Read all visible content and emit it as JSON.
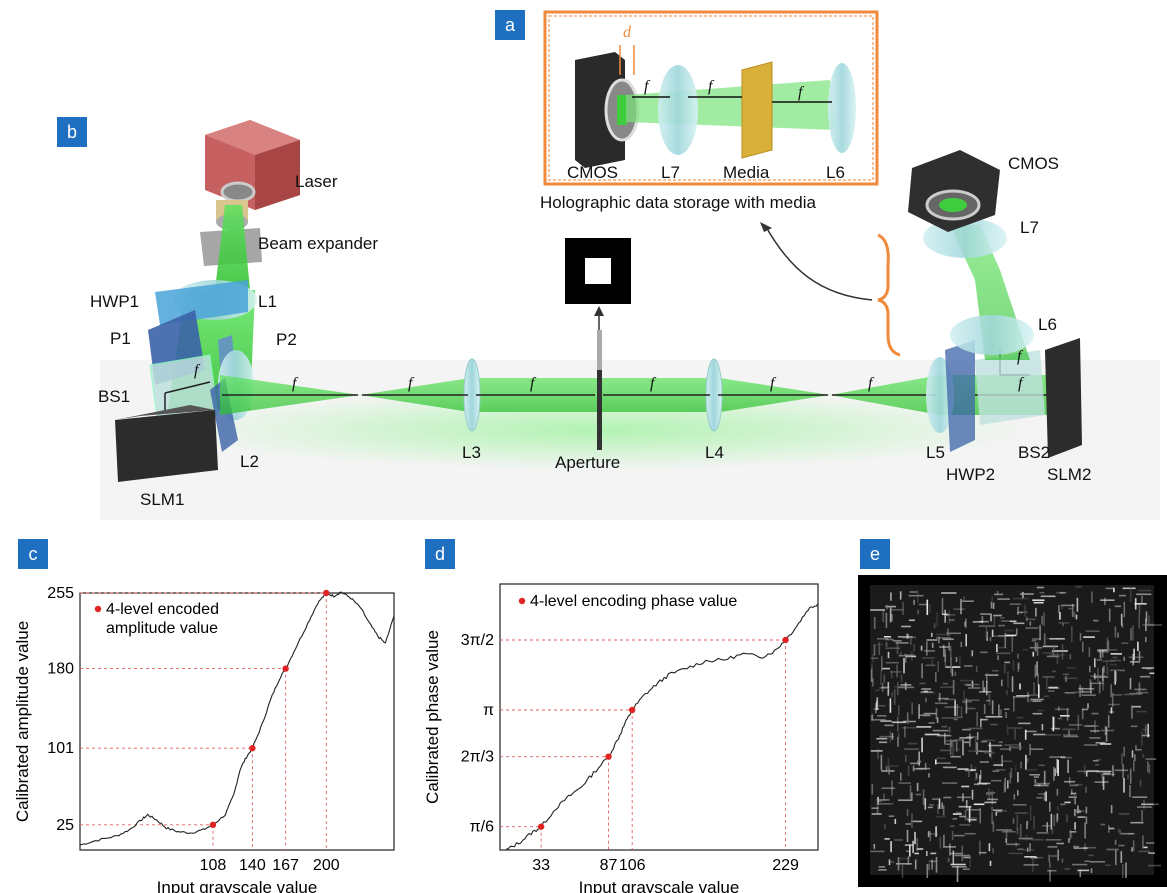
{
  "panels": {
    "a": "a",
    "b": "b",
    "c": "c",
    "d": "d",
    "e": "e"
  },
  "inset": {
    "labels": [
      "CMOS",
      "L7",
      "Media",
      "L6"
    ],
    "d_label": "d",
    "f_label": "f",
    "caption": "Holographic data storage with media",
    "frame_color": "#f08a3c"
  },
  "setup": {
    "laser": "Laser",
    "beam_expander": "Beam expander",
    "cmos": "CMOS",
    "hwp1": "HWP1",
    "p1": "P1",
    "p2": "P2",
    "l1": "L1",
    "bs1": "BS1",
    "slm1": "SLM1",
    "l2": "L2",
    "l3": "L3",
    "aperture": "Aperture",
    "l4": "L4",
    "l5": "L5",
    "hwp2": "HWP2",
    "bs2": "BS2",
    "slm2": "SLM2",
    "l6": "L6",
    "l7": "L7",
    "f": "f",
    "beam_color": "#39d13a"
  },
  "chart_data": [
    {
      "type": "line",
      "panel": "c",
      "xlabel": "Input grayscale value",
      "ylabel": "Calibrated amplitude value",
      "legend": "4-level encoded amplitude value",
      "xlim": [
        0,
        255
      ],
      "ylim": [
        0,
        255
      ],
      "x_ticks": [
        108,
        140,
        167,
        200
      ],
      "y_ticks": [
        {
          "v": 25,
          "t": "25"
        },
        {
          "v": 101,
          "t": "101"
        },
        {
          "v": 180,
          "t": "180"
        },
        {
          "v": 255,
          "t": "255"
        }
      ],
      "encoded_points": [
        [
          108,
          25
        ],
        [
          140,
          101
        ],
        [
          167,
          180
        ],
        [
          200,
          255
        ]
      ],
      "curve": [
        [
          0,
          5
        ],
        [
          15,
          10
        ],
        [
          30,
          14
        ],
        [
          40,
          20
        ],
        [
          50,
          30
        ],
        [
          55,
          35
        ],
        [
          62,
          30
        ],
        [
          70,
          22
        ],
        [
          80,
          18
        ],
        [
          90,
          17
        ],
        [
          100,
          20
        ],
        [
          108,
          25
        ],
        [
          118,
          35
        ],
        [
          125,
          55
        ],
        [
          130,
          80
        ],
        [
          135,
          92
        ],
        [
          140,
          101
        ],
        [
          148,
          125
        ],
        [
          155,
          150
        ],
        [
          162,
          170
        ],
        [
          167,
          180
        ],
        [
          175,
          200
        ],
        [
          185,
          225
        ],
        [
          193,
          245
        ],
        [
          200,
          255
        ],
        [
          206,
          252
        ],
        [
          212,
          256
        ],
        [
          220,
          250
        ],
        [
          228,
          240
        ],
        [
          235,
          225
        ],
        [
          242,
          212
        ],
        [
          248,
          205
        ],
        [
          255,
          232
        ]
      ]
    },
    {
      "type": "line",
      "panel": "d",
      "xlabel": "Input grayscale value",
      "ylabel": "Calibrated phase value",
      "legend": "4-level encoding phase value",
      "xlim": [
        0,
        255
      ],
      "ylim": [
        0,
        1.9
      ],
      "x_ticks": [
        33,
        87,
        106,
        229
      ],
      "y_ticks": [
        {
          "v": 0.1667,
          "t": "π/6"
        },
        {
          "v": 0.6667,
          "t": "2π/3"
        },
        {
          "v": 1.0,
          "t": "π"
        },
        {
          "v": 1.5,
          "t": "3π/2"
        }
      ],
      "encoded_points": [
        [
          33,
          0.1667
        ],
        [
          87,
          0.6667
        ],
        [
          106,
          1.0
        ],
        [
          229,
          1.5
        ]
      ],
      "curve": [
        [
          5,
          0
        ],
        [
          15,
          0.05
        ],
        [
          25,
          0.12
        ],
        [
          33,
          0.1667
        ],
        [
          45,
          0.3
        ],
        [
          55,
          0.38
        ],
        [
          65,
          0.45
        ],
        [
          75,
          0.55
        ],
        [
          87,
          0.6667
        ],
        [
          95,
          0.8
        ],
        [
          100,
          0.9
        ],
        [
          106,
          1.0
        ],
        [
          115,
          1.1
        ],
        [
          125,
          1.18
        ],
        [
          135,
          1.25
        ],
        [
          150,
          1.3
        ],
        [
          165,
          1.35
        ],
        [
          180,
          1.36
        ],
        [
          195,
          1.4
        ],
        [
          210,
          1.38
        ],
        [
          220,
          1.42
        ],
        [
          229,
          1.5
        ],
        [
          238,
          1.6
        ],
        [
          247,
          1.72
        ],
        [
          255,
          1.76
        ]
      ]
    }
  ]
}
